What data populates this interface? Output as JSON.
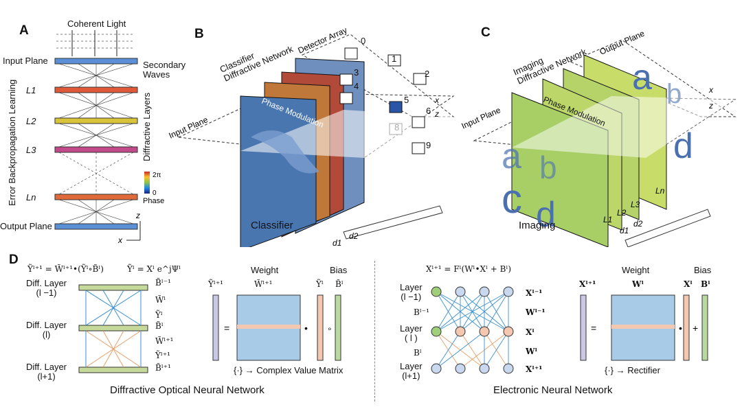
{
  "panels": {
    "a": "A",
    "b": "B",
    "c": "C",
    "d": "D"
  },
  "panel_a": {
    "coherent_light": "Coherent Light",
    "input_plane": "Input Plane",
    "secondary_waves": "Secondary\nWaves",
    "layers": [
      "L1",
      "L2",
      "L3",
      "Ln"
    ],
    "error_backprop": "Error Backpropagation Learning",
    "diffractive_layers": "Diffractive Layers",
    "output_plane": "Output Plane",
    "phase_top": "2π",
    "phase_bottom": "0",
    "phase_label": "Phase",
    "axis_z": "z",
    "axis_x": "x"
  },
  "panel_b": {
    "detector_array": "Detector Array",
    "classifier_network": "Classifier\nDiffractive Network",
    "phase_modulation": "Phase Modulation",
    "input_plane": "Input Plane",
    "caption": "Classifier",
    "digits": [
      "0",
      "1",
      "2",
      "3",
      "4",
      "5",
      "6",
      "8",
      "9"
    ],
    "d1": "d1",
    "d2": "d2",
    "axis_x": "x",
    "axis_z": "z"
  },
  "panel_c": {
    "output_plane": "Output Plane",
    "imaging_network": "Imaging\nDiffractive Network",
    "phase_modulation": "Phase Modulation",
    "input_plane": "Input Plane",
    "caption": "Imaging",
    "layers": [
      "L1",
      "L2",
      "L3",
      "Ln"
    ],
    "d1": "d1",
    "d2": "d2",
    "axis_x": "x",
    "axis_z": "z",
    "letters": [
      "a",
      "b",
      "c",
      "d"
    ]
  },
  "panel_d": {
    "left": {
      "eq1": "Ỹˡ⁺¹ = W̃ˡ⁺¹•(Ỹˡ∘B̃ˡ)",
      "eq2": "Ỹˡ = Xˡ e^jΨˡ",
      "layer_labels": [
        "Diff. Layer\n(l −1)",
        "Diff. Layer\n(l)",
        "Diff. Layer\n(l+1)"
      ],
      "right_labels": [
        "B̃ˡ⁻¹",
        "W̃ˡ",
        "Ỹˡ",
        "B̃ˡ",
        "W̃ˡ⁺¹",
        "Ỹˡ⁺¹",
        "B̃ˡ⁺¹"
      ],
      "weight": "Weight",
      "bias": "Bias",
      "weight_sym": "W̃ˡ⁺¹",
      "out_sym": "Ỹˡ⁺¹",
      "y_sym": "Ỹˡ",
      "b_sym": "B̃ˡ",
      "note": "{·} → Complex Value Matrix",
      "caption": "Diffractive Optical Neural Network"
    },
    "right": {
      "eq": "Xˡ⁺¹ = Fˡ(Wˡ•Xˡ + Bˡ)",
      "layer_labels": [
        "Layer\n(l −1)",
        "Layer\n( l )",
        "Layer\n(l+1)"
      ],
      "b_labels": [
        "Bˡ⁻¹",
        "Bˡ"
      ],
      "right_labels": [
        "Xˡ⁻¹",
        "Wˡ⁻¹",
        "Xˡ",
        "Wˡ",
        "Xˡ⁺¹"
      ],
      "weight": "Weight",
      "bias": "Bias",
      "weight_sym": "Wˡ",
      "out_sym": "Xˡ⁺¹",
      "x_sym": "Xˡ",
      "b_sym": "Bˡ",
      "note": "{·} → Rectifier",
      "caption": "Electronic Neural Network"
    }
  },
  "colors": {
    "beam_blue": "#3a8fd1",
    "node_orange": "#e6a06a",
    "node_green": "#9fcf7a",
    "matrix_blue": "#a8cbe8",
    "pale_pink": "#f3c7b0",
    "pale_green": "#b8d9a0",
    "pale_lilac": "#c9c8e6",
    "letter_blue": "#4b70b0"
  }
}
